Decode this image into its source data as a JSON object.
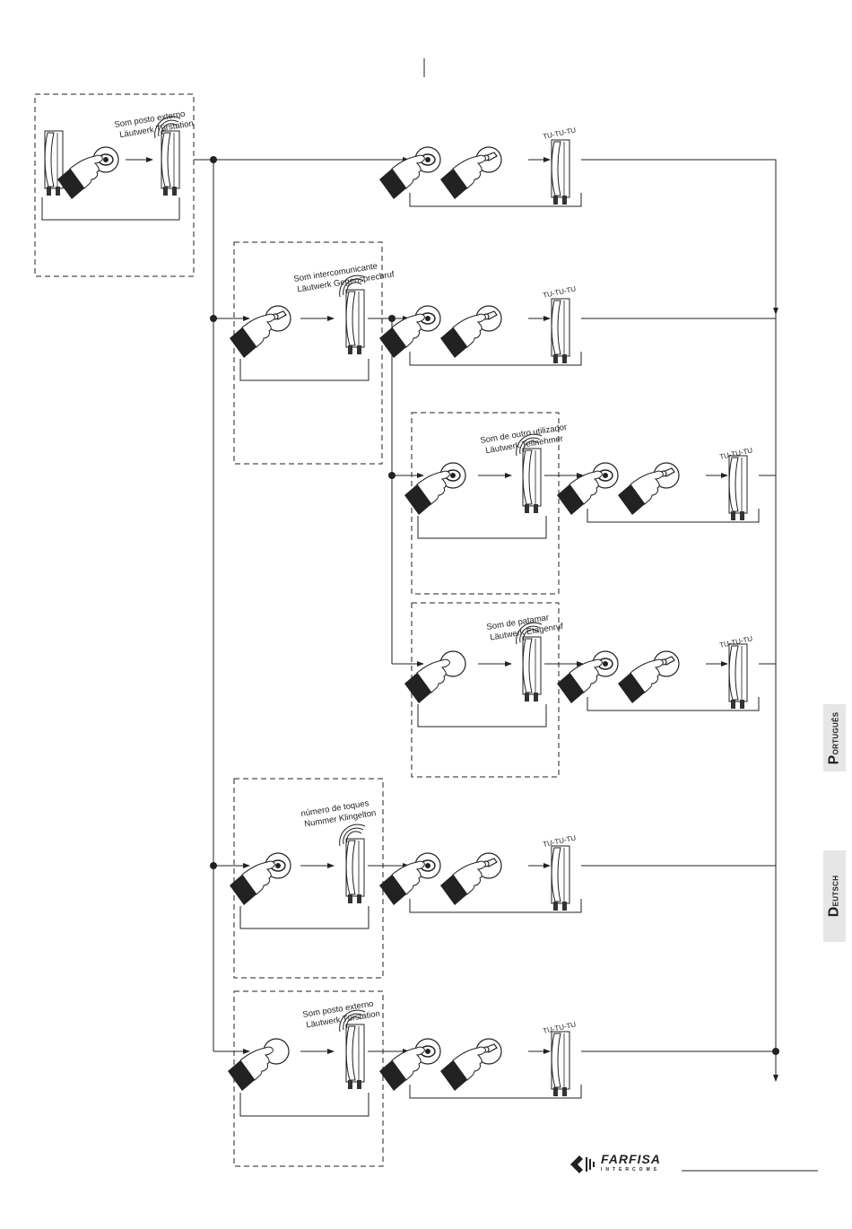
{
  "labels": {
    "row1": [
      "Som posto externo",
      "Läutwerk Türstation"
    ],
    "row2": [
      "Som intercomunicante",
      "Läutwerk Gegensprechruf"
    ],
    "row3": [
      "Som de outro utilizador",
      "Läutwerk Teilnehmer"
    ],
    "row4": [
      "Som de patamar",
      "Läutwerk Etagenruf"
    ],
    "row5": [
      "número de toques",
      "Nummer Klingelton"
    ],
    "row6": [
      "Som posto externo",
      "Läutwerk Türstation"
    ]
  },
  "busy_tone": "TU-TU-TU",
  "side_tabs": [
    "Português",
    "Deutsch"
  ],
  "logo": {
    "name": "FARFISA",
    "sub": "INTERCOMS"
  },
  "colors": {
    "line": "#222222",
    "tab_bg": "#e6e6e6"
  }
}
